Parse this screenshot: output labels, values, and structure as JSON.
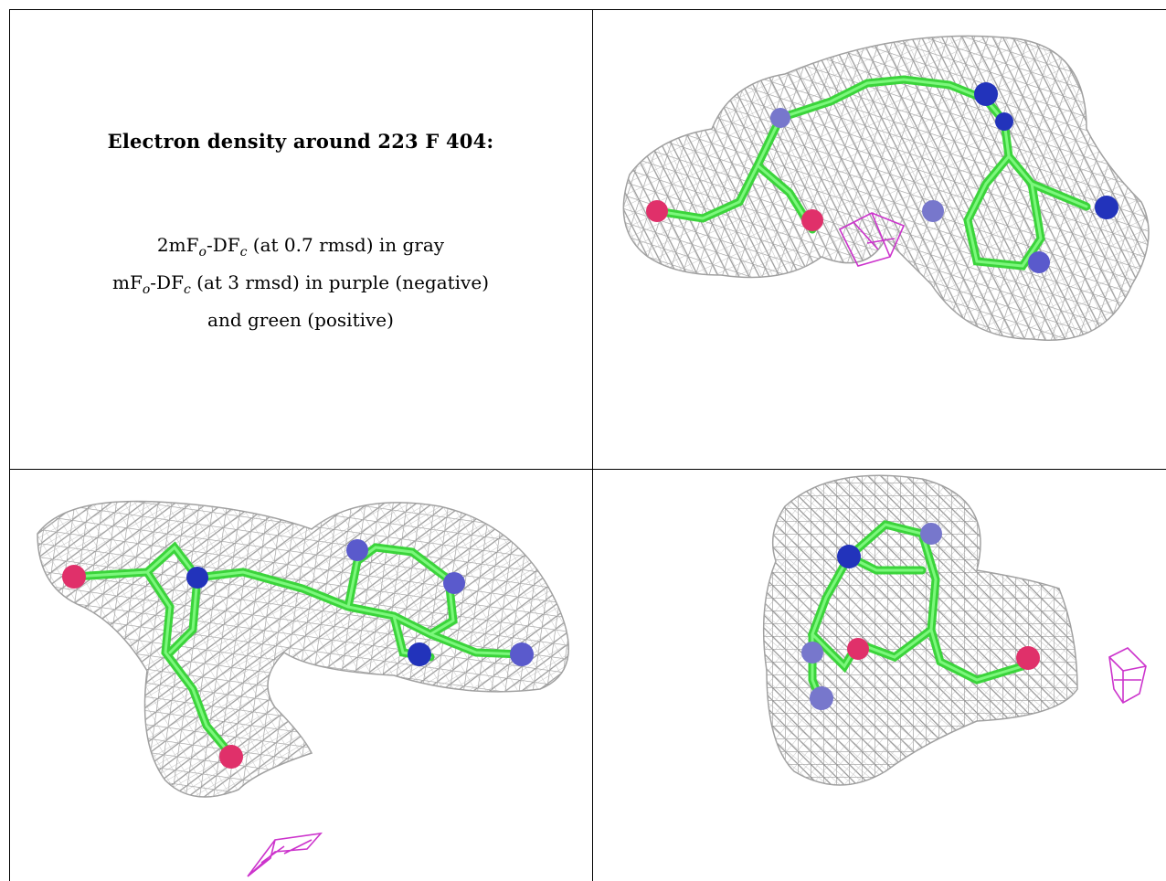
{
  "caption": {
    "title": "Electron density around 223 F 404:",
    "line1": {
      "prefix": "2mF",
      "sub1": "o",
      "mid": "-DF",
      "sub2": "c",
      "suffix": " (at 0.7 rmsd) in gray"
    },
    "line2": {
      "prefix": "mF",
      "sub1": "o",
      "mid": "-DF",
      "sub2": "c",
      "suffix": " (at 3 rmsd) in purple (negative)"
    },
    "line3": "and green (positive)"
  },
  "panels": [
    {
      "name": "view-top-right"
    },
    {
      "name": "view-bottom-left"
    },
    {
      "name": "view-bottom-right"
    }
  ],
  "colors": {
    "mesh_gray": "#9a9a9a",
    "mesh_purple": "#cc33cc",
    "carbon_green": "#44ee44",
    "nitrogen_blue": "#2233bb",
    "nitrogen_faint": "#7777cc",
    "oxygen_pink": "#e0306a"
  }
}
